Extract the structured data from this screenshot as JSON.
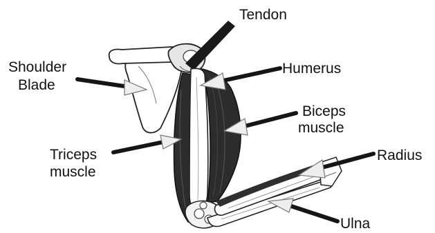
{
  "diagram": {
    "labels": {
      "tendon": "Tendon",
      "shoulder_blade_line1": "Shoulder",
      "shoulder_blade_line2": "Blade",
      "humerus": "Humerus",
      "biceps_line1": "Biceps",
      "biceps_line2": "muscle",
      "triceps_line1": "Triceps",
      "triceps_line2": "muscle",
      "radius": "Radius",
      "ulna": "Ulna"
    }
  }
}
